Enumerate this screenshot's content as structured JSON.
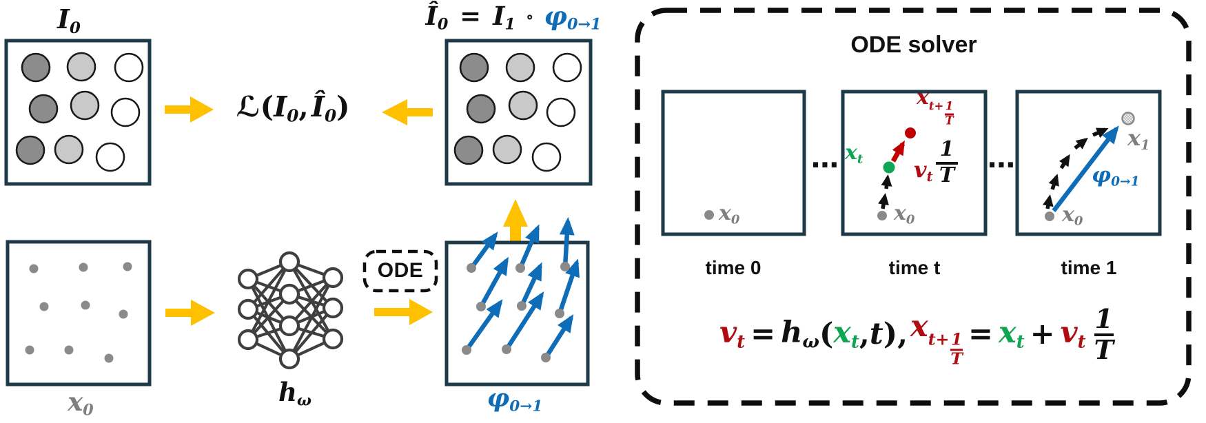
{
  "colors": {
    "yellow": "#FFC000",
    "blue": "#0F6DB8",
    "navy": "#1E3A49",
    "red_text": "#B00D12",
    "red_shape": "#C00000",
    "green": "#0EA554",
    "gray_dot": "#8A8A8A",
    "gray_text": "#7F7F7F",
    "circle_dark": "#8C8C8C",
    "circle_light": "#C9C9C9",
    "net_stroke": "#3F3F3F"
  },
  "left": {
    "i0_title": {
      "base": "I",
      "sub": "0"
    },
    "ihat_title": {
      "ihat": "Î",
      "ihat_sub": "0",
      "eq": "=",
      "i1": "I",
      "i1_sub": "1",
      "comp": "∘",
      "phi": "φ",
      "phi_sub": "0→1"
    },
    "loss": {
      "script_l": "ℒ",
      "open": "(",
      "i": "I",
      "i_sub": "0",
      "comma": ",",
      "ihat": "Î",
      "ihat_sub": "0",
      "close": ")"
    },
    "x0_label": {
      "base": "x",
      "sub": "0"
    },
    "h_label": {
      "base": "h",
      "sub": "ω"
    },
    "ode_badge": "ODE",
    "phi_label": {
      "base": "φ",
      "sub": "0→1"
    }
  },
  "right": {
    "title": "ODE solver",
    "dots_left": "⋯",
    "dots_right": "⋯",
    "time0": {
      "caption": "time 0",
      "x0": {
        "base": "x",
        "sub": "0"
      }
    },
    "timet": {
      "caption": "time t",
      "x0": {
        "base": "x",
        "sub": "0"
      },
      "xt": {
        "base": "x",
        "sub": "t"
      },
      "xnext": {
        "base": "x",
        "sub_pre": "t+",
        "num": "1",
        "den": "T"
      },
      "vt": {
        "base": "v",
        "sub": "t"
      },
      "step": {
        "num": "1",
        "den": "T"
      }
    },
    "time1": {
      "caption": "time 1",
      "x0": {
        "base": "x",
        "sub": "0"
      },
      "x1": {
        "base": "x",
        "sub": "1"
      },
      "phi": {
        "base": "φ",
        "sub": "0→1"
      }
    },
    "equation": {
      "vt": {
        "base": "v",
        "sub": "t"
      },
      "eq1": "=",
      "h": {
        "base": "h",
        "sub": "ω"
      },
      "open": "(",
      "xt": {
        "base": "x",
        "sub": "t"
      },
      "comma": ",",
      "targ": "t",
      "close": "),",
      "xnext": {
        "base": "x",
        "sub_pre": "t+",
        "num": "1",
        "den": "T"
      },
      "eq2": "=",
      "xt2": {
        "base": "x",
        "sub": "t"
      },
      "plus": "+",
      "vt2": {
        "base": "v",
        "sub": "t"
      },
      "frac": {
        "num": "1",
        "den": "T"
      }
    }
  }
}
